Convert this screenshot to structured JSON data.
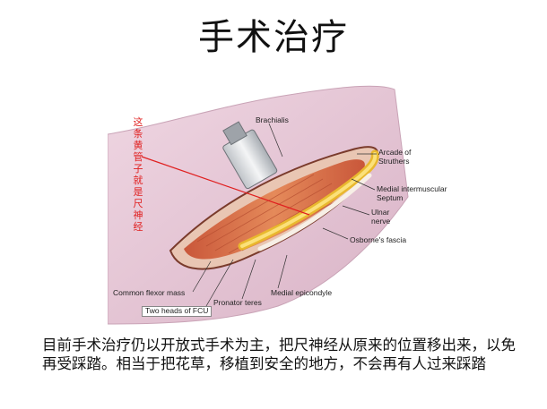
{
  "title": "手术治疗",
  "figure": {
    "labels": {
      "brachialis": "Brachialis",
      "arcade_line1": "Arcade of",
      "arcade_line2": "Struthers",
      "septum_line1": "Medial intermuscular",
      "septum_line2": "Septum",
      "ulnar_line1": "Ulnar",
      "ulnar_line2": "nerve",
      "osborne": "Osborne's fascia",
      "common_flexor": "Common flexor mass",
      "medial_epicondyle": "Medial epicondyle",
      "fcu": "Two heads of FCU",
      "pronator": "Pronator teres"
    },
    "annotation": "这条黄管子就是尺神经",
    "colors": {
      "skin": "#e6c8d6",
      "muscle": "#d97045",
      "nerve": "#f2c93a",
      "annotation": "#e02020"
    }
  },
  "body_text": "目前手术治疗仍以开放式手术为主，把尺神经从原来的位置移出来，以免再受踩踏。相当于把花草，移植到安全的地方，不会再有人过来踩踏"
}
